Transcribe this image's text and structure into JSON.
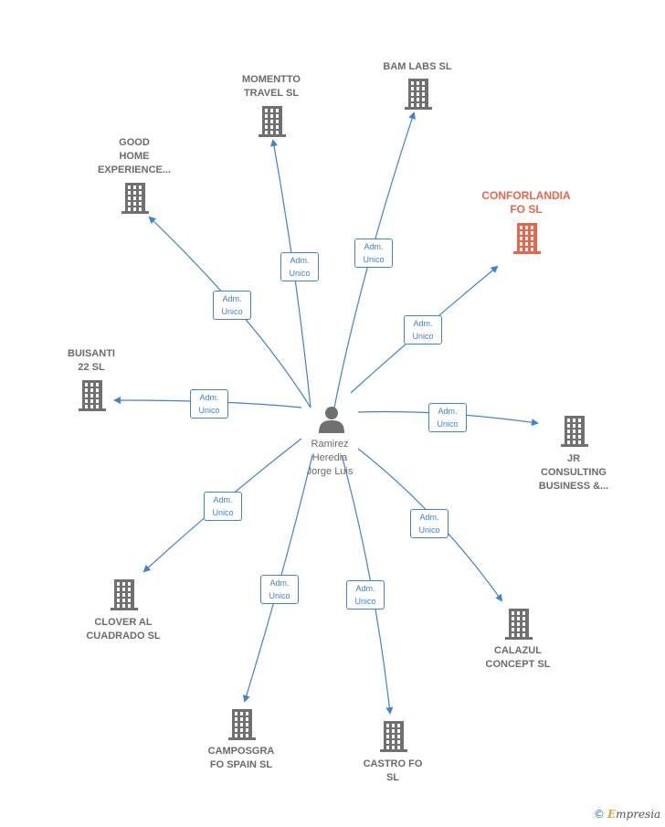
{
  "center": {
    "name_lines": [
      "Ramirez",
      "Heredia",
      "Jorge Luis"
    ],
    "icon": "person-icon"
  },
  "colors": {
    "edge": "#3f82d4",
    "building": "#707070",
    "highlight": "#e8674a"
  },
  "companies": [
    {
      "id": "momentto",
      "lines": [
        "MOMENTTO",
        "TRAVEL  SL"
      ],
      "highlight": false,
      "role": [
        "Adm.",
        "Unico"
      ]
    },
    {
      "id": "bam-labs",
      "lines": [
        "BAM LABS  SL"
      ],
      "highlight": false,
      "role": [
        "Adm.",
        "Unico"
      ]
    },
    {
      "id": "good-home",
      "lines": [
        "GOOD",
        "HOME",
        "EXPERIENCE..."
      ],
      "highlight": false,
      "role": [
        "Adm.",
        "Unico"
      ]
    },
    {
      "id": "conforlandia",
      "lines": [
        "CONFORLANDIA",
        "FO  SL"
      ],
      "highlight": true,
      "role": [
        "Adm.",
        "Unico"
      ]
    },
    {
      "id": "buisanti",
      "lines": [
        "BUISANTI",
        "22  SL"
      ],
      "highlight": false,
      "role": [
        "Adm.",
        "Unico"
      ]
    },
    {
      "id": "jr-consulting",
      "lines": [
        "JR",
        "CONSULTING",
        "BUSINESS &..."
      ],
      "highlight": false,
      "role": [
        "Adm.",
        "Unico"
      ]
    },
    {
      "id": "clover",
      "lines": [
        "CLOVER AL",
        "CUADRADO  SL"
      ],
      "highlight": false,
      "role": [
        "Adm.",
        "Unico"
      ]
    },
    {
      "id": "calazul",
      "lines": [
        "CALAZUL",
        "CONCEPT  SL"
      ],
      "highlight": false,
      "role": [
        "Adm.",
        "Unico"
      ]
    },
    {
      "id": "camposgrafo",
      "lines": [
        "CAMPOSGRA",
        "FO SPAIN  SL"
      ],
      "highlight": false,
      "role": [
        "Adm.",
        "Unico"
      ]
    },
    {
      "id": "castro-fo",
      "lines": [
        "CASTRO FO",
        "SL"
      ],
      "highlight": false,
      "role": [
        "Adm.",
        "Unico"
      ]
    }
  ],
  "brand": {
    "copyright": "©",
    "initial": "E",
    "rest": "mpresia"
  }
}
